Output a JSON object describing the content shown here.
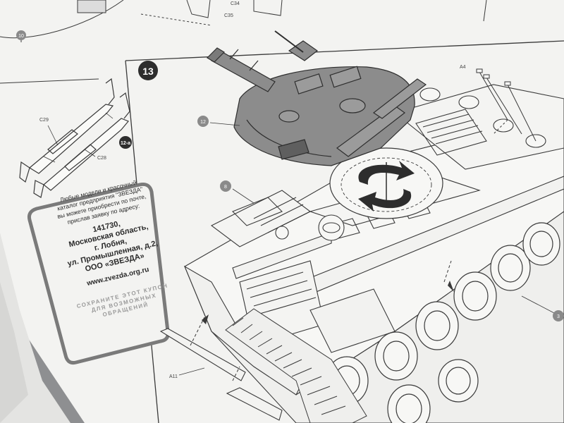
{
  "step": {
    "number": "13",
    "sub_step": "12-a"
  },
  "part_labels": {
    "c29": "C29",
    "c28": "C28",
    "c35": "C35",
    "c34": "C34",
    "a11": "A11",
    "a4": "A4",
    "ref_10": "10",
    "ref_12": "12",
    "ref_8": "8",
    "ref_3": "3"
  },
  "coupon": {
    "intro": [
      "Любые модели и красочный",
      "каталог предприятия \"ЗВЕЗДА\"",
      "вы можете приобрести по почте,",
      "прислав заявку по адресу:"
    ],
    "address": [
      "141730,",
      "Московская область,",
      "г. Лобня,",
      "ул. Промышленная, д.2,",
      "ООО «ЗВЕЗДА»"
    ],
    "website": "www.zvezda.org.ru",
    "keep_notice": [
      "СОХРАНИТЕ ЭТОТ КУПОН",
      "ДЛЯ ВОЗМОЖНЫХ",
      "ОБРАЩЕНИЙ"
    ]
  },
  "colors": {
    "paper": "#f3f3f1",
    "line": "#3a3a3a",
    "turret_fill": "#8c8c8c",
    "badge": "#2d2d2d",
    "background": "#8e8f91"
  }
}
